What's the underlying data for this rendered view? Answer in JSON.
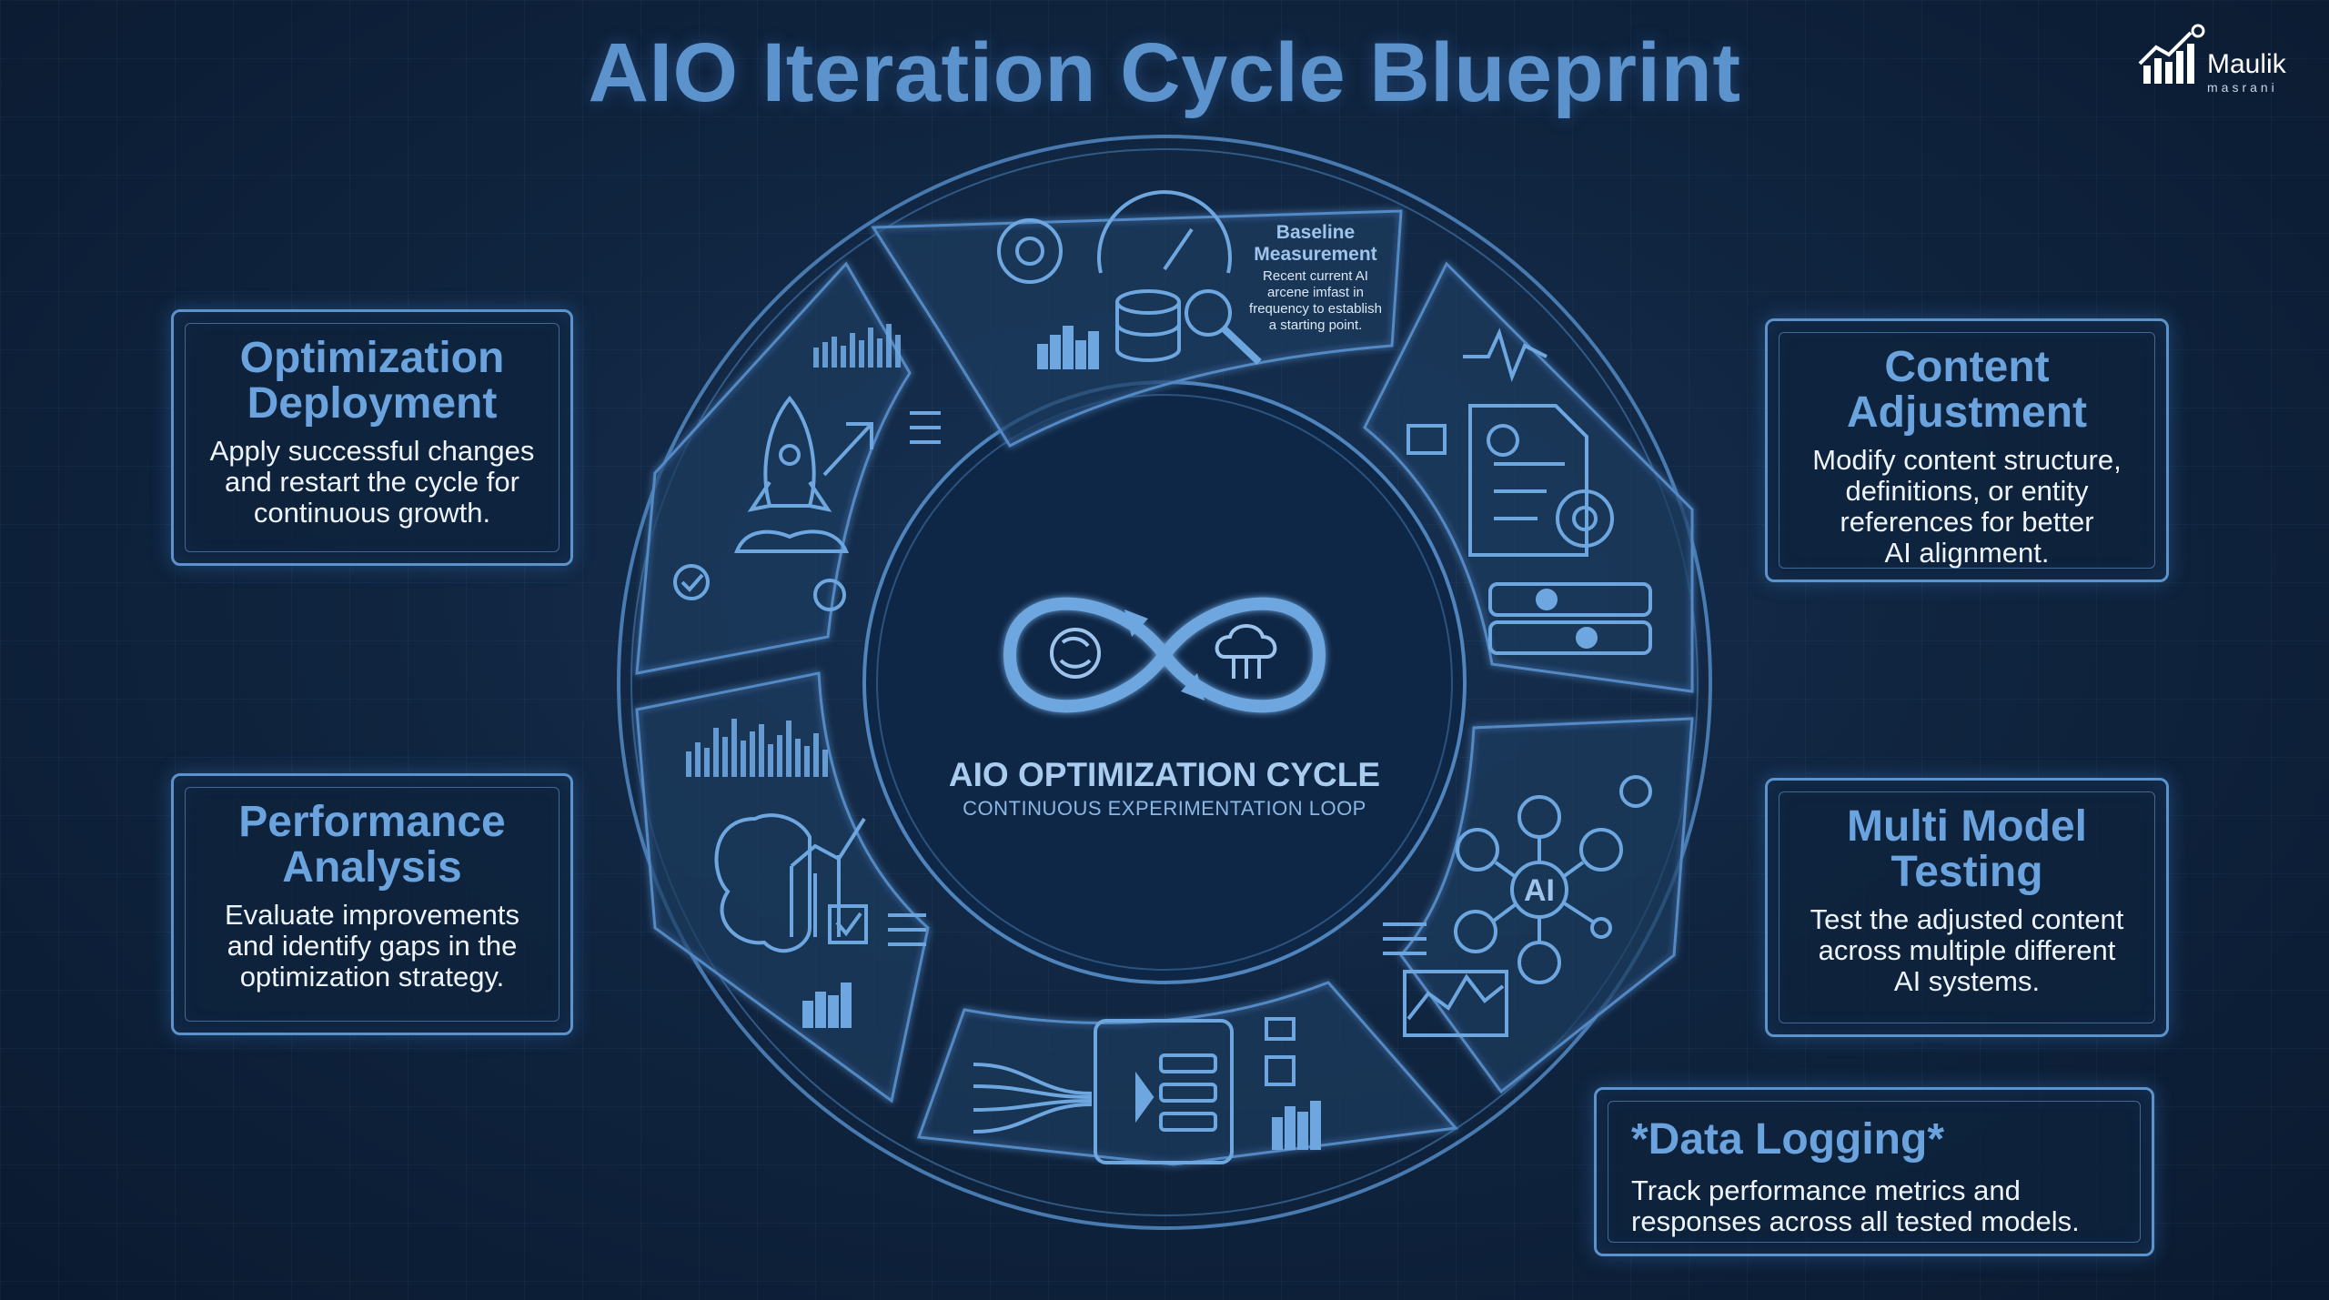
{
  "title": "AIO Iteration Cycle Blueprint",
  "logo": {
    "name": "Maulik",
    "sub": "masrani"
  },
  "center": {
    "title": "AIO OPTIMIZATION CYCLE",
    "subtitle": "CONTINUOUS EXPERIMENTATION LOOP"
  },
  "baseline": {
    "title_line1": "Baseline",
    "title_line2": "Measurement",
    "desc_line1": "Recent current AI",
    "desc_line2": "arcene imfast in",
    "desc_line3": "frequency to establish",
    "desc_line4": "a starting point."
  },
  "cards": {
    "optimization": {
      "title_line1": "Optimization",
      "title_line2": "Deployment",
      "desc_line1": "Apply successful changes",
      "desc_line2": "and restart the cycle for",
      "desc_line3": "continuous growth."
    },
    "performance": {
      "title_line1": "Performance",
      "title_line2": "Analysis",
      "desc_line1": "Evaluate improvements",
      "desc_line2": "and identify gaps in the",
      "desc_line3": "optimization strategy."
    },
    "content": {
      "title_line1": "Content",
      "title_line2": "Adjustment",
      "desc_line1": "Modify content structure,",
      "desc_line2": "definitions, or entity",
      "desc_line3": "references for better",
      "desc_line4": "AI alignment."
    },
    "multi": {
      "title_line1": "Multi Model",
      "title_line2": "Testing",
      "desc_line1": "Test the adjusted content",
      "desc_line2": "across multiple different",
      "desc_line3": "AI systems."
    },
    "data": {
      "title": "*Data Logging*",
      "desc_line1": "Track performance metrics and",
      "desc_line2": "responses across all tested models."
    }
  },
  "icons": {
    "ai_badge": "AI",
    "center_left": "brain-icon",
    "center_right": "cloud-network-icon"
  },
  "colors": {
    "accent": "#5c93cd",
    "line": "#4f84bd",
    "background": "#102540"
  }
}
